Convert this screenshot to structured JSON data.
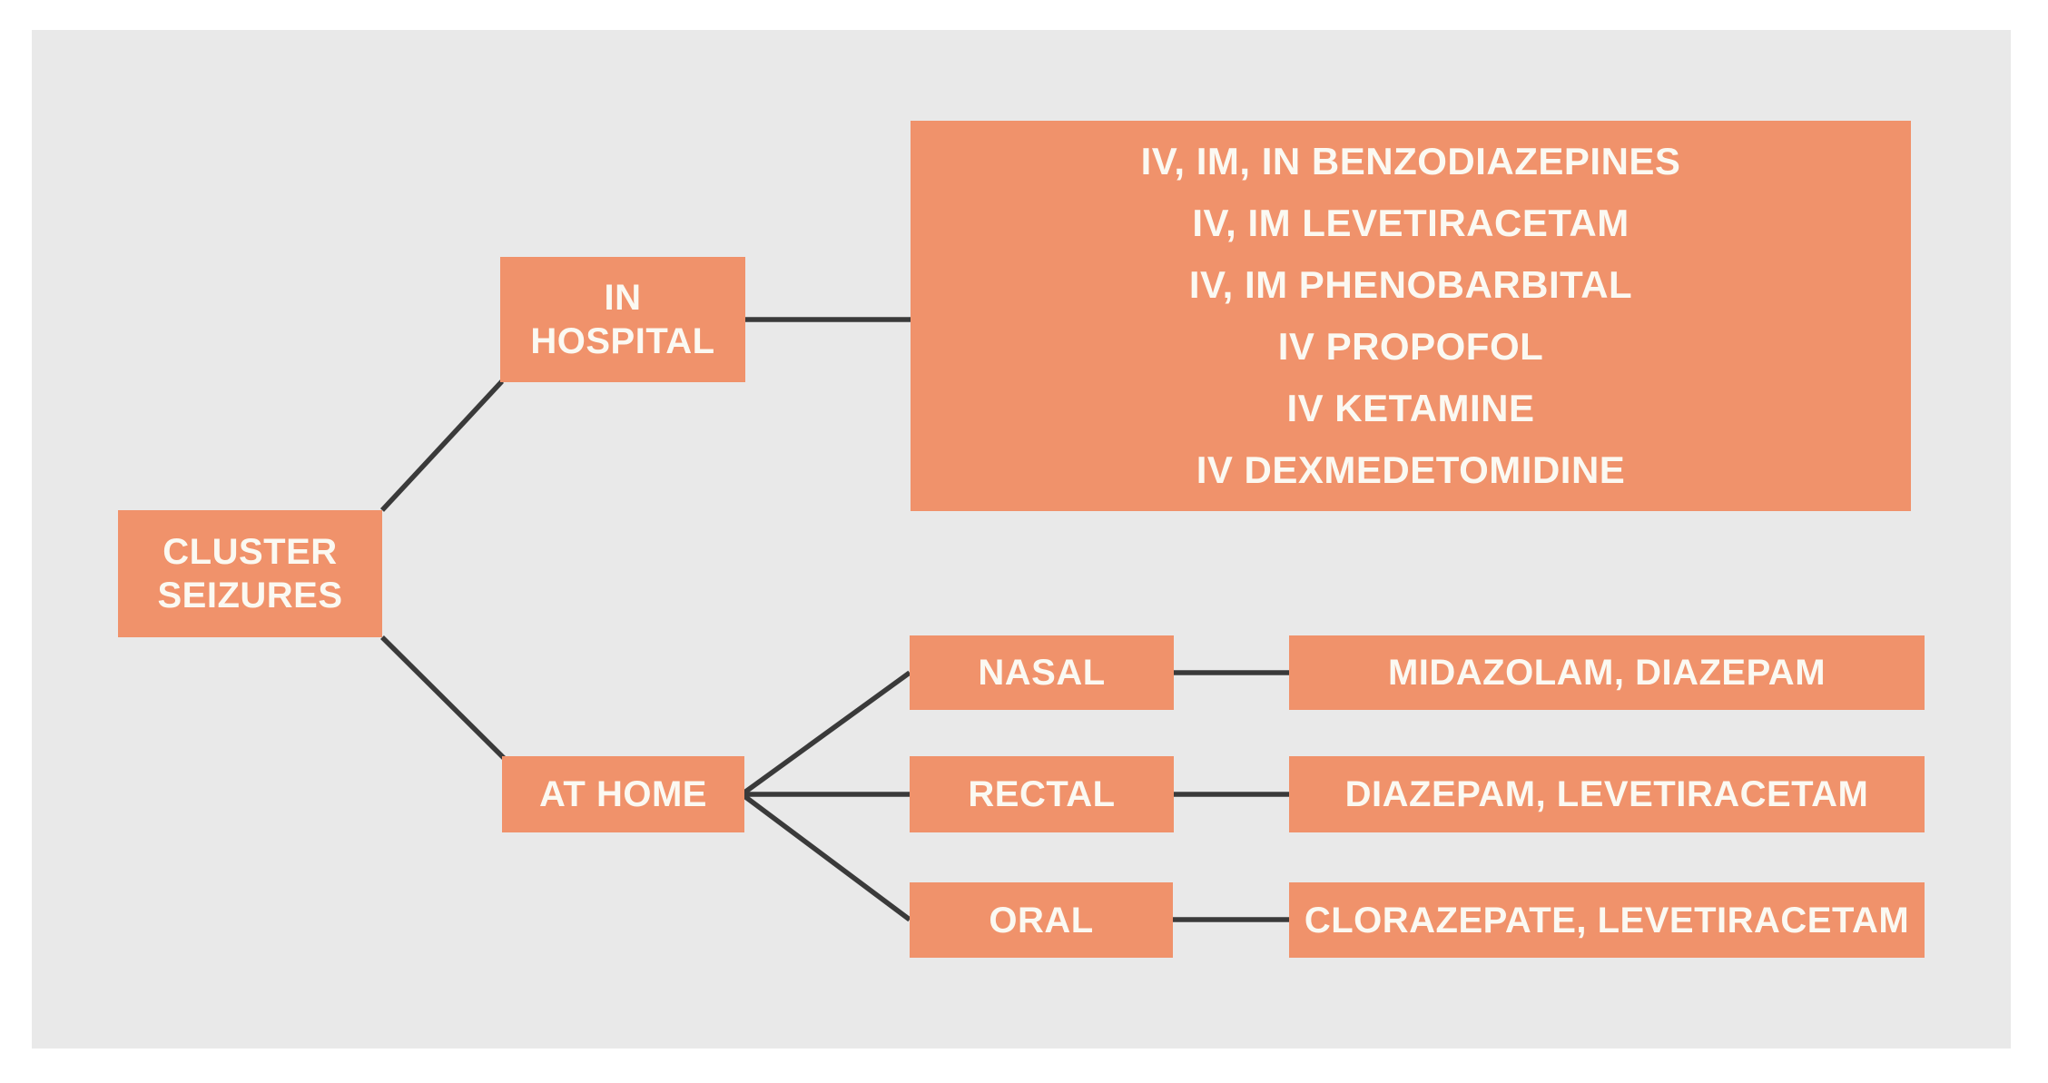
{
  "palette": {
    "node_fill": "#F0926B",
    "panel_background": "#E9E9E9",
    "page_background": "#FFFFFF",
    "node_text": "#FBF9F2",
    "connector": "#3A3A3A"
  },
  "nodes": {
    "root": {
      "label": "CLUSTER\nSEIZURES"
    },
    "in_hospital": {
      "label": "IN\nHOSPITAL"
    },
    "hospital_treatments": {
      "lines": [
        "IV, IM, IN BENZODIAZEPINES",
        "IV, IM LEVETIRACETAM",
        "IV, IM PHENOBARBITAL",
        "IV PROPOFOL",
        "IV KETAMINE",
        "IV DEXMEDETOMIDINE"
      ]
    },
    "at_home": {
      "label": "AT HOME"
    },
    "nasal": {
      "label": "NASAL"
    },
    "rectal": {
      "label": "RECTAL"
    },
    "oral": {
      "label": "ORAL"
    },
    "nasal_drugs": {
      "label": "MIDAZOLAM, DIAZEPAM"
    },
    "rectal_drugs": {
      "label": "DIAZEPAM, LEVETIRACETAM"
    },
    "oral_drugs": {
      "label": "CLORAZEPATE, LEVETIRACETAM"
    }
  },
  "edges": [
    {
      "from": "root",
      "to": "in_hospital"
    },
    {
      "from": "root",
      "to": "at_home"
    },
    {
      "from": "in_hospital",
      "to": "hospital_treatments"
    },
    {
      "from": "at_home",
      "to": "nasal"
    },
    {
      "from": "at_home",
      "to": "rectal"
    },
    {
      "from": "at_home",
      "to": "oral"
    },
    {
      "from": "nasal",
      "to": "nasal_drugs"
    },
    {
      "from": "rectal",
      "to": "rectal_drugs"
    },
    {
      "from": "oral",
      "to": "oral_drugs"
    }
  ]
}
